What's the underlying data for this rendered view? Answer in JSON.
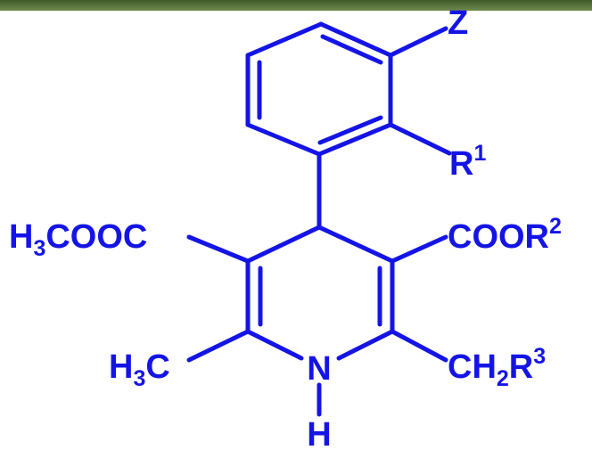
{
  "colors": {
    "bond": "#1414e6",
    "label": "#1414e6",
    "header_bar_top": "#3f5a2a",
    "header_bar_bottom": "#6f8a4e",
    "background": "#ffffff"
  },
  "labels": {
    "z": "Z",
    "r1_main": "R",
    "r1_sup": "1",
    "ester_left": {
      "h": "H",
      "sub": "3",
      "rest": "COOC"
    },
    "ester_right": {
      "main": "COOR",
      "sup": "2"
    },
    "methyl": {
      "h": "H",
      "sub": "3",
      "rest": "C"
    },
    "nitrogen": "N",
    "n_hydrogen": "H",
    "ch2r3": {
      "ch": "CH",
      "sub": "2",
      "r": "R",
      "sup": "3"
    }
  }
}
